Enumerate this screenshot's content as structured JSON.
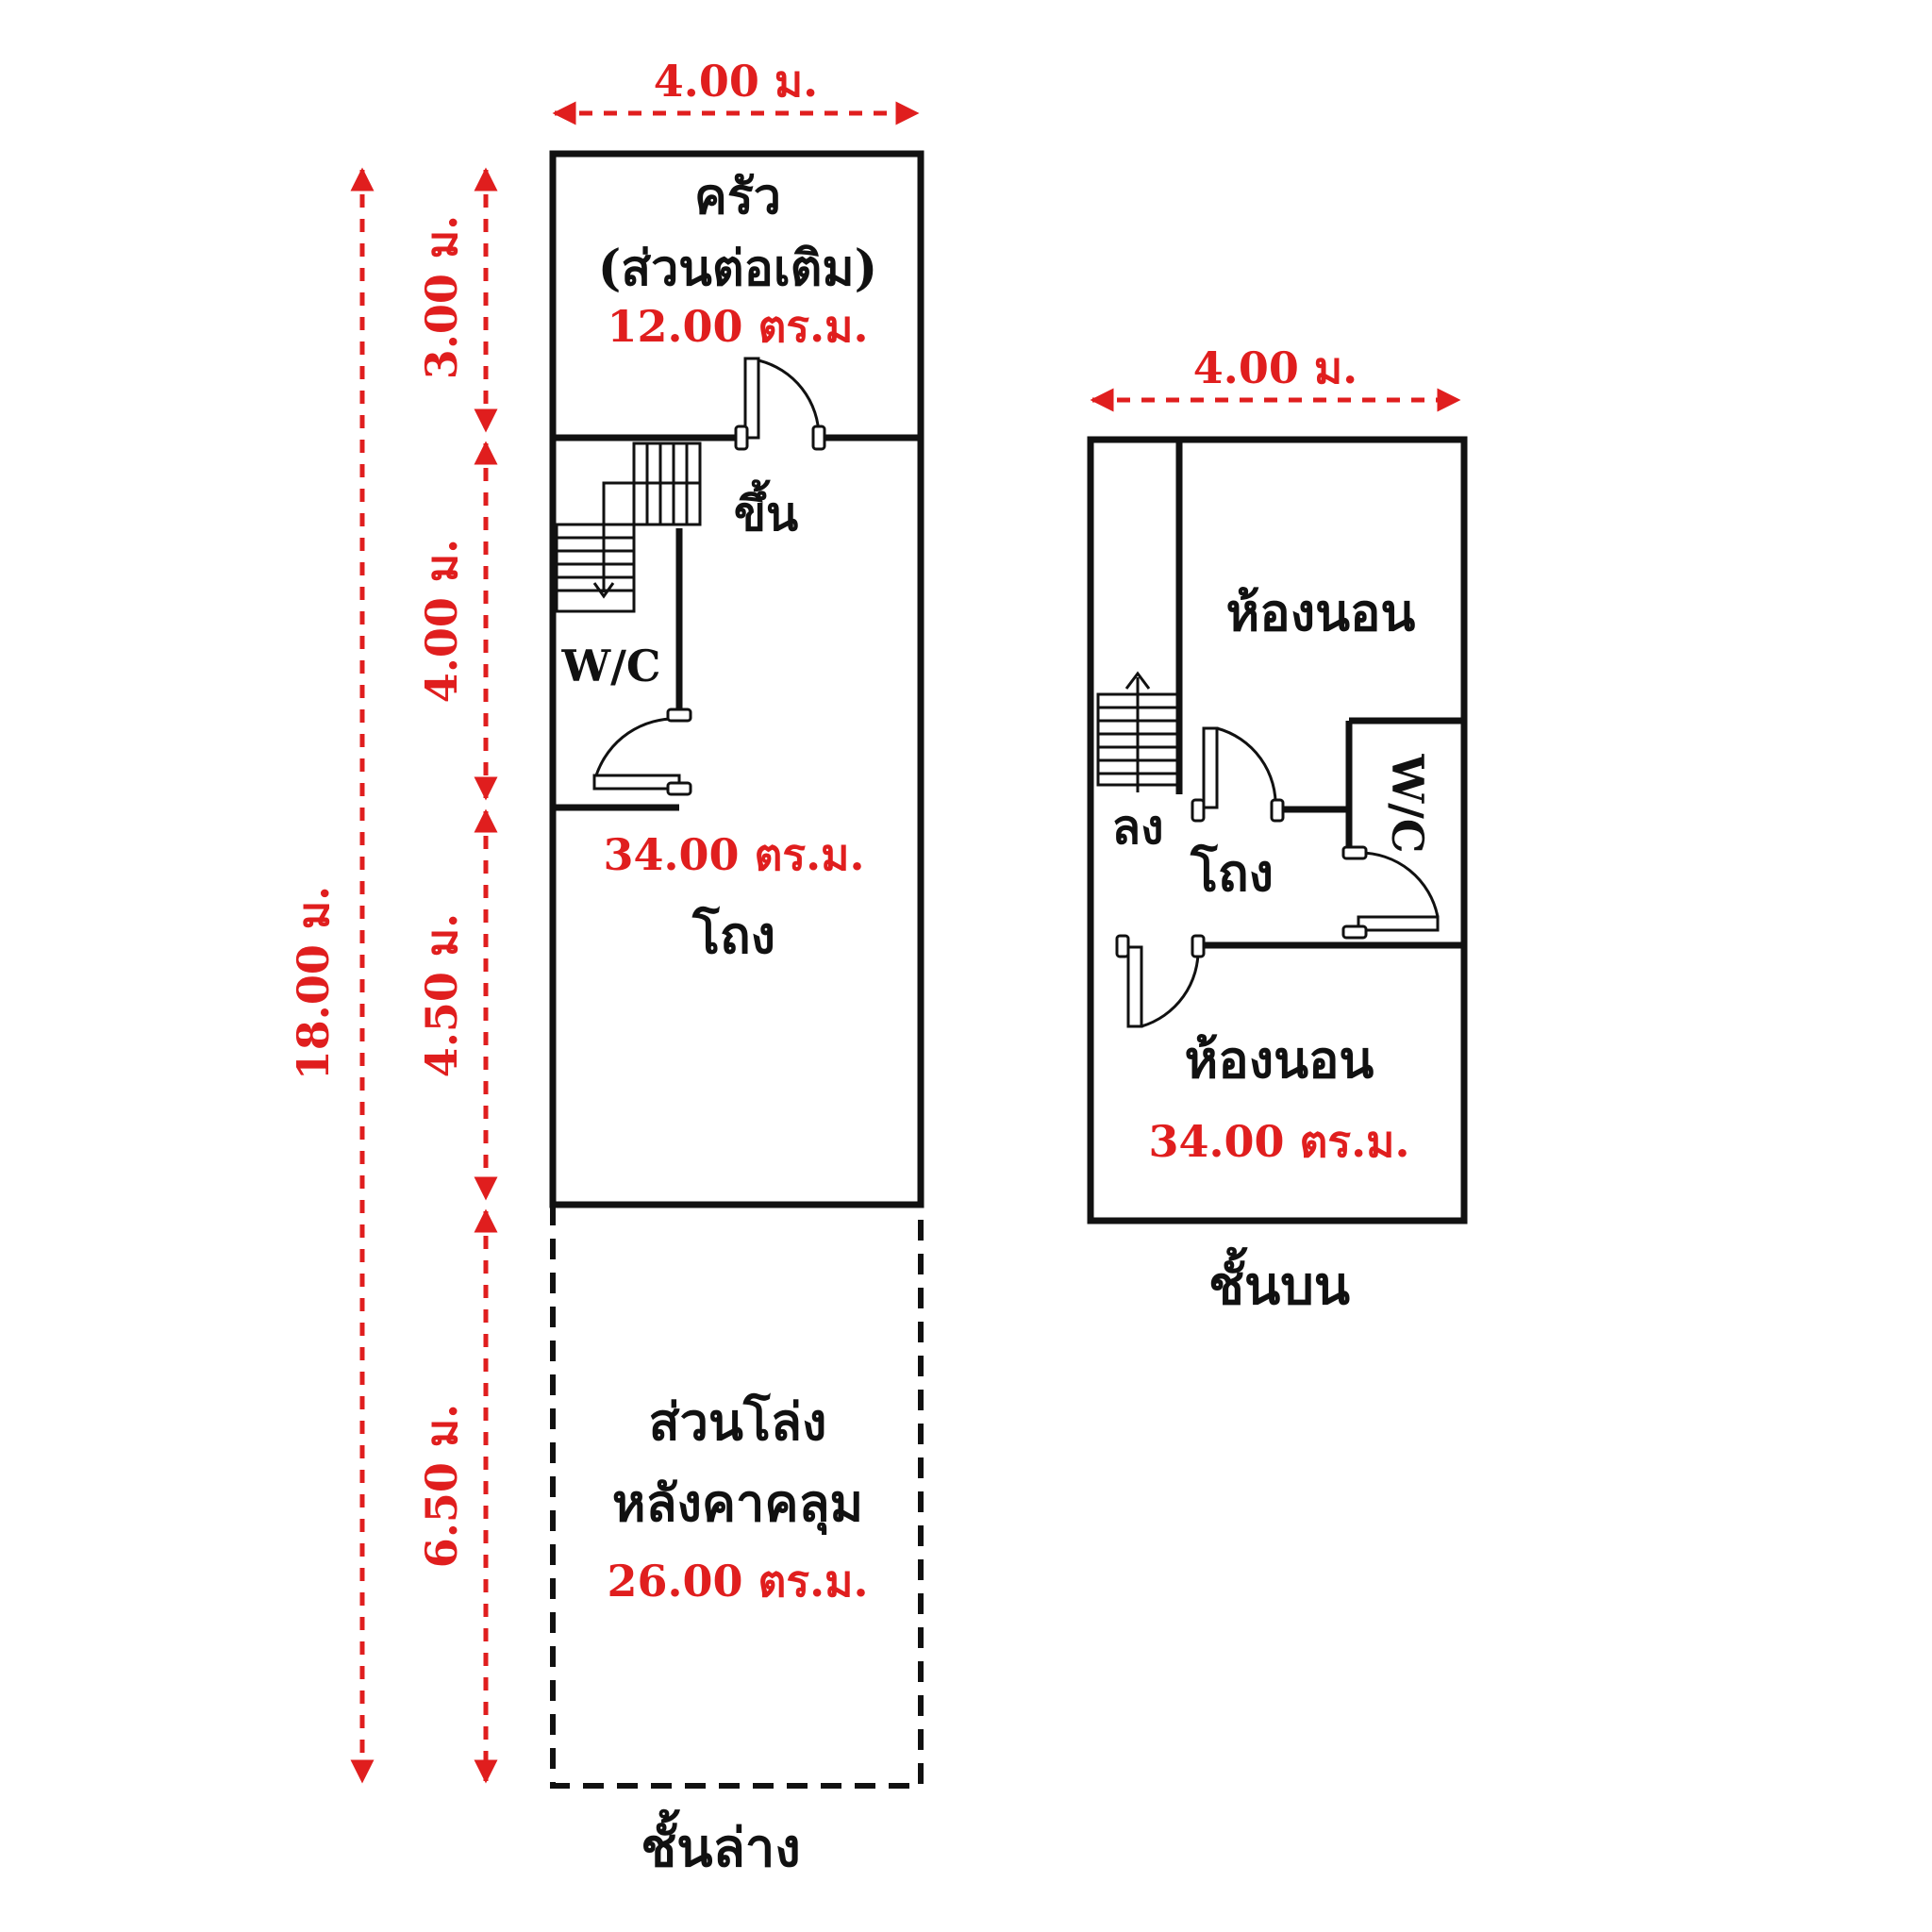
{
  "colors": {
    "dimension": "#e01e1e",
    "wall": "#111111",
    "background": "#ffffff"
  },
  "ground_floor": {
    "caption": "ชั้นล่าง",
    "width_label": "4.00 ม.",
    "total_length_label": "18.00 ม.",
    "segment_labels": [
      "3.00 ม.",
      "4.00 ม.",
      "4.50 ม.",
      "6.50 ม."
    ],
    "kitchen": {
      "name": "ครัว",
      "note": "(ส่วนต่อเติม)",
      "area": "12.00 ตร.ม."
    },
    "stairs_label": "ขึ้น",
    "wc_label": "W/C",
    "hall": {
      "name": "โถง",
      "area": "34.00 ตร.ม."
    },
    "open_area": {
      "line1": "ส่วนโล่ง",
      "line2": "หลังคาคลุม",
      "area": "26.00 ตร.ม."
    }
  },
  "upper_floor": {
    "caption": "ชั้นบน",
    "width_label": "4.00 ม.",
    "bedroom_top": {
      "name": "ห้องนอน"
    },
    "wc_label": "W/C",
    "stairs_label": "ลง",
    "hall_label": "โถง",
    "bedroom_bottom": {
      "name": "ห้องนอน",
      "area": "34.00 ตร.ม."
    }
  }
}
